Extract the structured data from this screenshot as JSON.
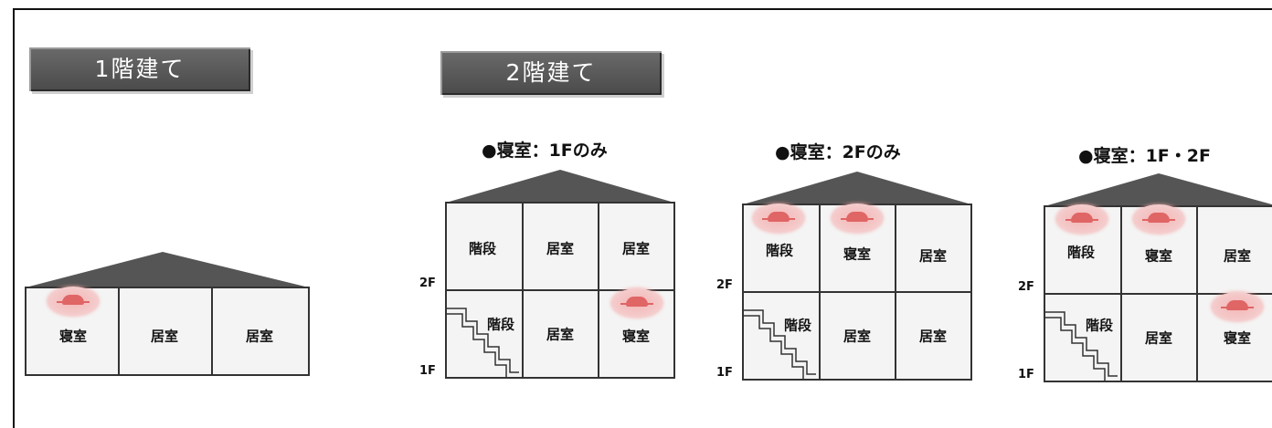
{
  "sections": {
    "one_story": {
      "title": "1階建て"
    },
    "two_story": {
      "title": "2階建て"
    }
  },
  "cases": [
    {
      "heading": "●寝室：1Fのみ"
    },
    {
      "heading": "●寝室：2Fのみ"
    },
    {
      "heading": "●寝室：1F・2F"
    }
  ],
  "house1": {
    "rooms": [
      "寝室",
      "居室",
      "居室"
    ]
  },
  "house2": {
    "top": [
      "階段",
      "居室",
      "居室"
    ],
    "bottom": [
      "階段",
      "居室",
      "寝室"
    ]
  },
  "house3": {
    "top": [
      "階段",
      "寝室",
      "居室"
    ],
    "bottom": [
      "階段",
      "居室",
      "居室"
    ]
  },
  "house4": {
    "top": [
      "階段",
      "寝室",
      "居室"
    ],
    "bottom": [
      "階段",
      "居室",
      "寝室"
    ]
  },
  "floors": {
    "upper": "2F",
    "lower": "1F"
  },
  "colors": {
    "roof": "#555555",
    "wall": "#333333",
    "alarm": "#f4b9b9",
    "alarm_mark": "#e06565",
    "title_bg": "#555555"
  },
  "icons": {
    "alarm": "smoke-alarm-icon",
    "stairs": "stairs-icon"
  }
}
